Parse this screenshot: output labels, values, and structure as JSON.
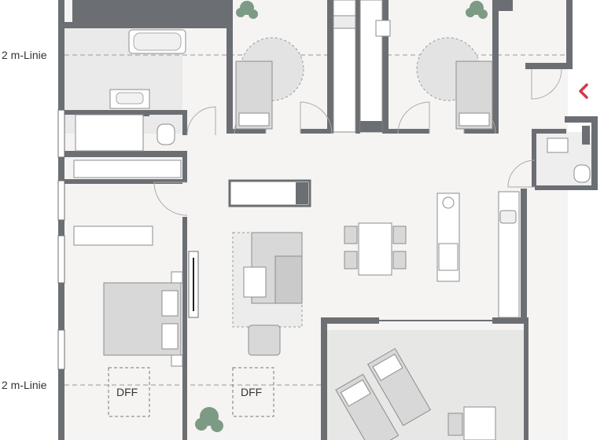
{
  "plan": {
    "line_label_top": "2 m-Linie",
    "line_label_bottom": "2 m-Linie",
    "dff_labels": [
      "DFF",
      "DFF"
    ]
  },
  "nav": {
    "icon": "chevron-left-icon",
    "color": "#d6384a"
  },
  "colors": {
    "wall": "#6b6e72",
    "floor": "#f5f4f2",
    "terrace": "#e7e7e5",
    "furniture": "#d8d8d8",
    "furniture_stroke": "#8c8c8c"
  }
}
